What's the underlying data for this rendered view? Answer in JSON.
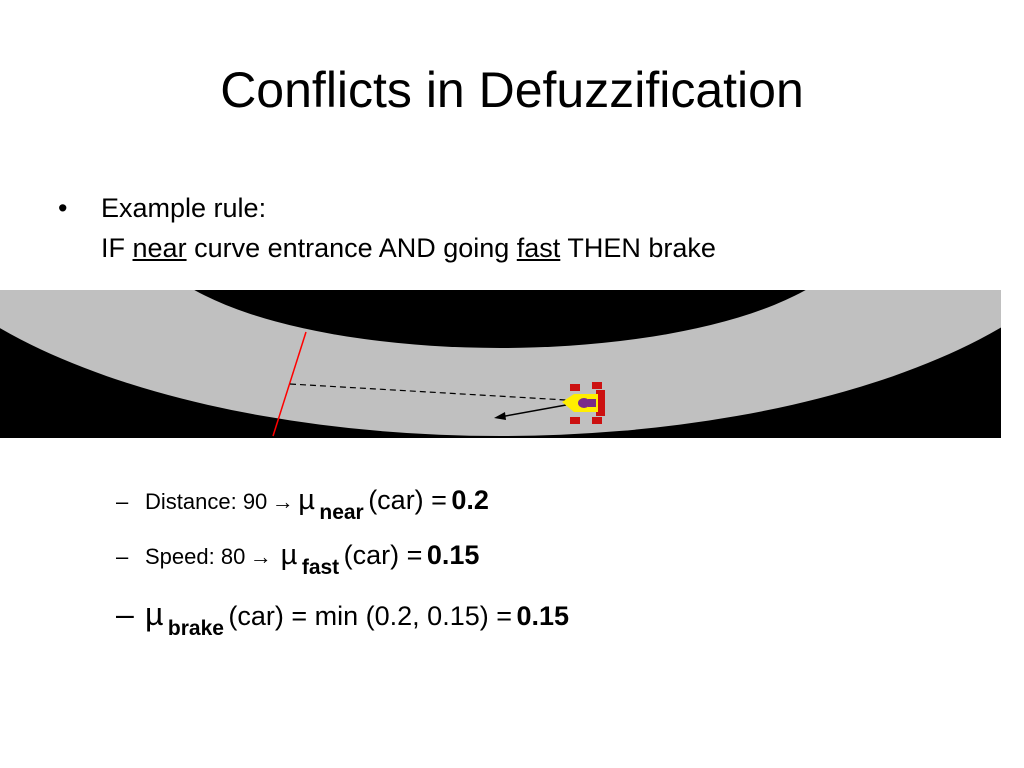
{
  "title": "Conflicts in Defuzzification",
  "bullet": {
    "marker": "•",
    "line1": "Example rule:",
    "if": "IF",
    "near": "near",
    "mid": "curve entrance AND going",
    "fast": "fast",
    "end": "THEN brake"
  },
  "figure": {
    "background": "#000000",
    "road": "#c0c0c0",
    "entrance_line": "#ff0000",
    "car": [
      "#cc1111",
      "#ffee00",
      "#7a2a8a"
    ]
  },
  "sub1": {
    "dash": "–",
    "label": "Distance: 90",
    "arrow": "→",
    "mu": "µ",
    "subscript": "near",
    "rest": "(car) =",
    "value": "0.2"
  },
  "sub2": {
    "dash": "–",
    "label": "Speed:  80",
    "arrow": "→",
    "mu": "µ",
    "subscript": "fast",
    "rest": "(car) =",
    "value": "0.15"
  },
  "sub3": {
    "dash": "–",
    "mu": "µ",
    "subscript": "brake",
    "rest": "(car) = min (0.2, 0.15) =",
    "value": "0.15"
  }
}
